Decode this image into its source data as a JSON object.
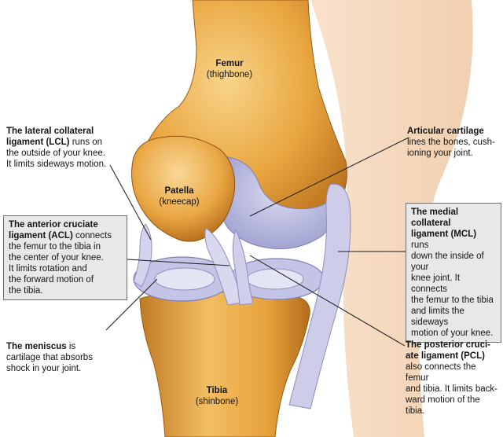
{
  "colors": {
    "bone": "#e9a63f",
    "bone_light": "#f6cf82",
    "bone_dark": "#b06a18",
    "cartilage": "#a8a9d6",
    "cartilage_light": "#d2d3ee",
    "ligament": "#c9c9e6",
    "skin": "#f3d2b4",
    "label_box_bg": "#e8e8e6"
  },
  "bones": {
    "femur": {
      "name": "Femur",
      "common": "(thighbone)"
    },
    "patella": {
      "name": "Patella",
      "common": "(kneecap)"
    },
    "tibia": {
      "name": "Tibia",
      "common": "(shinbone)"
    }
  },
  "labels": {
    "lcl": {
      "bold": "The lateral collateral ligament (LCL)",
      "text": "runs on the outside of your knee. It limits sideways motion.",
      "lines": [
        "The lateral collateral",
        "ligament (LCL) runs on",
        "the outside of your knee.",
        "It limits sideways motion."
      ]
    },
    "acl": {
      "bold": "The anterior cruciate ligament (ACL)",
      "text": "connects the femur to the tibia in the center of your knee. It limits rotation and the forward motion of the tibia.",
      "lines": [
        "The anterior cruciate",
        "ligament (ACL) connects",
        "the femur to the tibia in",
        "the center of your knee.",
        "It limits rotation and",
        "the forward motion of",
        "the tibia."
      ]
    },
    "meniscus": {
      "bold": "The meniscus",
      "text": "is cartilage that absorbs shock in your joint.",
      "lines": [
        "The meniscus is",
        "cartilage that absorbs",
        "shock in your joint."
      ]
    },
    "articular": {
      "bold": "Articular cartilage",
      "text": "lines the bones, cushioning your joint.",
      "lines": [
        "Articular cartilage",
        "lines the bones, cush-",
        "ioning your joint."
      ]
    },
    "mcl": {
      "bold": "The medial collateral ligament (MCL)",
      "text": "runs down the inside of your knee joint. It connects the femur to the tibia and limits the sideways motion of your knee.",
      "lines": [
        "The medial collateral",
        "ligament (MCL) runs",
        "down the inside of your",
        "knee joint. It connects",
        "the femur to the tibia",
        "and limits the sideways",
        "motion of your knee."
      ]
    },
    "pcl": {
      "bold": "The posterior cruciate ligament (PCL)",
      "text": "also connects the femur and tibia. It limits backward motion of the tibia.",
      "lines": [
        "The posterior cruci-",
        "ate ligament (PCL)",
        "also connects the femur",
        "and tibia. It limits back-",
        "ward motion of the tibia."
      ]
    }
  }
}
